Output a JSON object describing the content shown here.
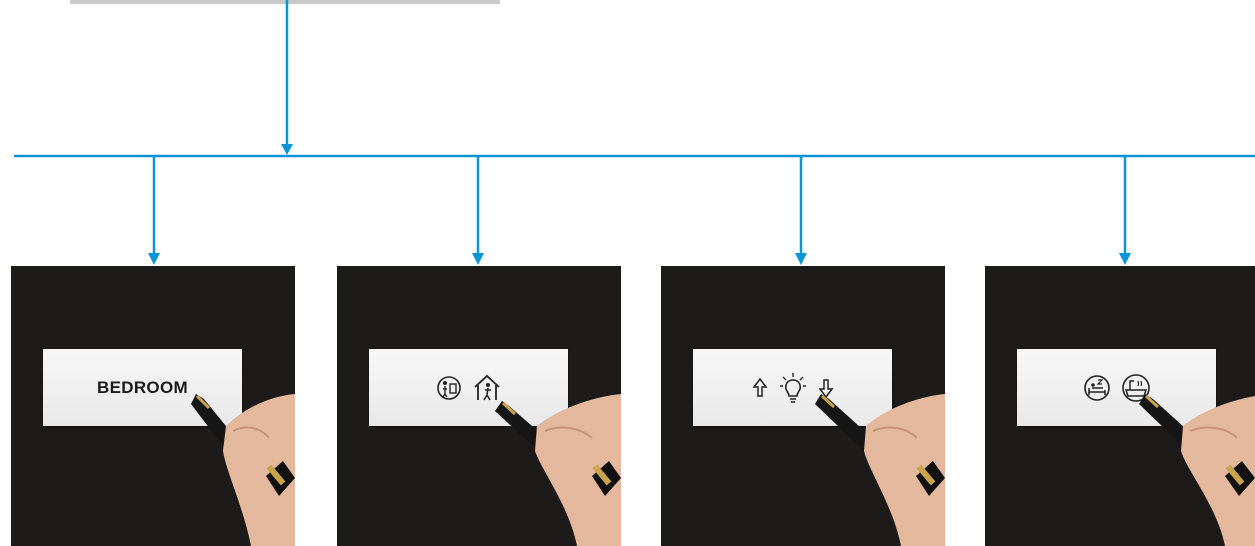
{
  "colors": {
    "connector": "#0a95d6",
    "panel": "#1d1b1a",
    "card": "#f0f0f0"
  },
  "panels": [
    {
      "id": "panel-1",
      "label_text": "BEDROOM",
      "icons": []
    },
    {
      "id": "panel-2",
      "label_text": "",
      "icons": [
        "person-door-icon",
        "house-person-icon"
      ]
    },
    {
      "id": "panel-3",
      "label_text": "",
      "icons": [
        "arrow-up-icon",
        "light-bulb-icon",
        "arrow-down-icon"
      ]
    },
    {
      "id": "panel-4",
      "label_text": "",
      "icons": [
        "bed-sleep-icon",
        "bath-icon"
      ]
    }
  ]
}
